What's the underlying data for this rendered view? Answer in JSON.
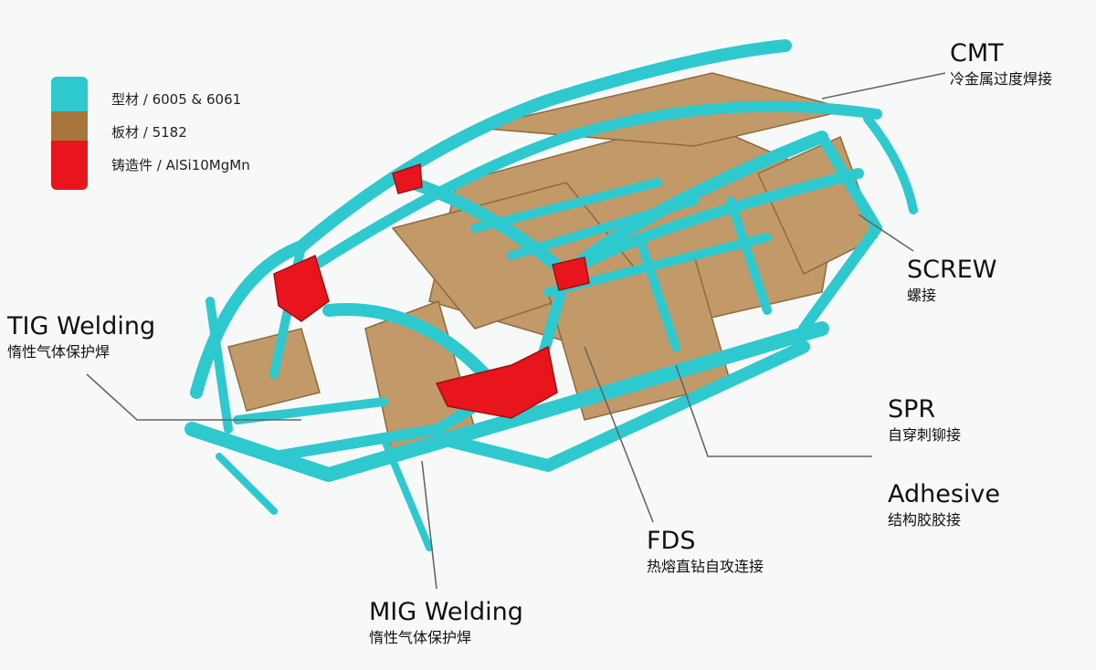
{
  "legend": {
    "items": [
      {
        "label": "型材 / 6005 & 6061",
        "color": "#2ec8cf"
      },
      {
        "label": "板材 / 5182",
        "color": "#a7763d"
      },
      {
        "label": "铸造件 / AlSi10MgMn",
        "color": "#e8161c"
      }
    ]
  },
  "callouts": {
    "cmt": {
      "en": "CMT",
      "cn": "冷金属过度焊接"
    },
    "screw": {
      "en": "SCREW",
      "cn": "螺接"
    },
    "tig": {
      "en": "TIG Welding",
      "cn": "惰性气体保护焊"
    },
    "spr": {
      "en": "SPR",
      "cn": "自穿刺铆接"
    },
    "adhesive": {
      "en": "Adhesive",
      "cn": "结构胶胶接"
    },
    "fds": {
      "en": "FDS",
      "cn": "热熔直钻自攻连接"
    },
    "mig": {
      "en": "MIG Welding",
      "cn": "惰性气体保护焊"
    }
  },
  "colors": {
    "extrusion": "#2ec8cf",
    "sheet": "#a7763d",
    "casting": "#e8161c",
    "leader": "#666666"
  }
}
